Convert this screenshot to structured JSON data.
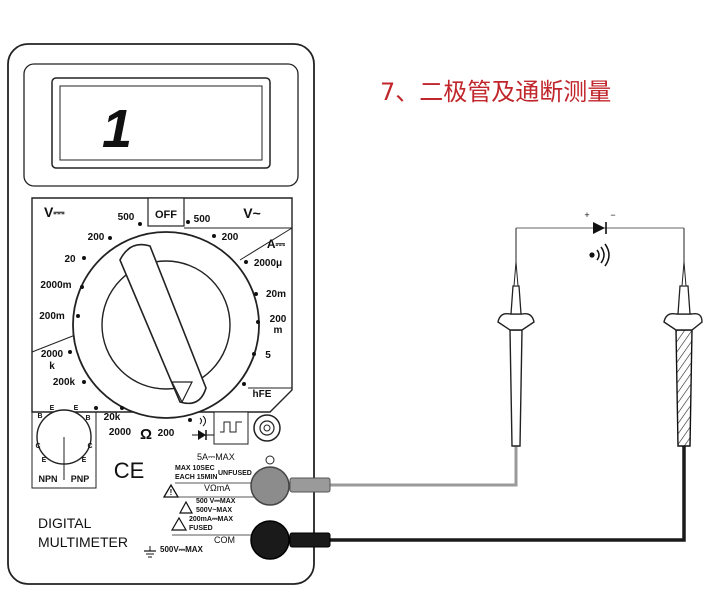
{
  "title": "7、二极管及通断测量",
  "display": {
    "reading": "1"
  },
  "brand": {
    "line1": "DIGITAL",
    "line2": "MULTIMETER"
  },
  "ce_mark": "CE",
  "knob": {
    "off_label": "OFF"
  },
  "range_labels": {
    "v_dc": "V⎓",
    "v_ac": "V~",
    "a_dc": "A⎓",
    "dcv_500": "500",
    "dcv_200": "200",
    "dcv_20": "20",
    "dcv_2000m": "2000m",
    "dcv_200m": "200m",
    "acv_500": "500",
    "acv_200": "200",
    "res_2000k": "2000",
    "res_2000k_unit": "k",
    "res_200k": "200k",
    "res_20k": "20k",
    "res_2000": "2000",
    "ohm": "Ω",
    "res_200": "200",
    "a_2000u": "2000μ",
    "a_20m": "20m",
    "a_200m": "200",
    "a_200m_unit": "m",
    "a_5": "5",
    "hfe": "hFE"
  },
  "transistor_socket": {
    "pins": [
      "B",
      "E",
      "C",
      "E",
      "E",
      "B",
      "C",
      "E"
    ],
    "npn": "NPN",
    "pnp": "PNP"
  },
  "jacks": {
    "a10_label": "5A⎓MAX",
    "a10_note1": "MAX 10SEC",
    "a10_note2": "EACH 15MIN",
    "unfused": "UNFUSED",
    "vohm_label": "VΩmA",
    "v_max_dc": "500 V⎓MAX",
    "v_max_ac": "500V~MAX",
    "ma_max": "200mA⎓MAX",
    "fused": "FUSED",
    "com_label": "COM",
    "com_max": "500V⎓MAX"
  },
  "diode": {
    "plus": "+",
    "minus": "−"
  },
  "colors": {
    "title_red": "#c0262b",
    "probe_dark": "#1a1a1a",
    "wire_gray": "#9a9a9a"
  }
}
